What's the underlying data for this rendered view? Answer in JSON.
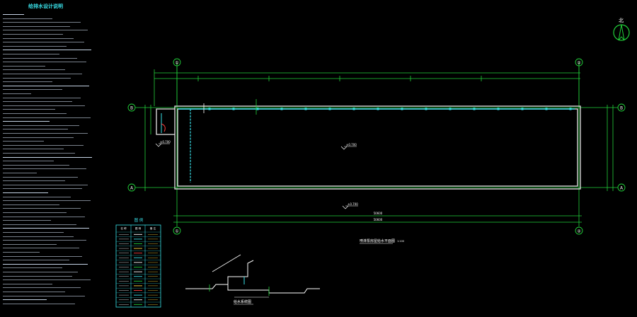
{
  "notes": {
    "title": "给排水设计说明"
  },
  "legend": {
    "title": "图 例",
    "headers": [
      "名 称",
      "图 例",
      "备 注"
    ]
  },
  "axes": {
    "top_left": "①",
    "top_right": "②",
    "left_top": "B",
    "left_bottom": "A",
    "right_top": "B",
    "right_bottom": "A"
  },
  "dimensions": {
    "total": "50600",
    "total_bottom": "50600"
  },
  "elevations": {
    "level_1": "±0.700",
    "level_2": "±0.700",
    "level_3": "±0.700"
  },
  "plan": {
    "title": "喷淋泵房屋给水平面图",
    "scale": "1:100"
  },
  "system": {
    "title": "给水系统图"
  },
  "north": {
    "label": "北"
  },
  "colors": {
    "line_green": "#22d03a",
    "wall_white": "#e6e6e6",
    "pipe_cyan": "#39e0e8",
    "text_white": "#ffffff"
  }
}
